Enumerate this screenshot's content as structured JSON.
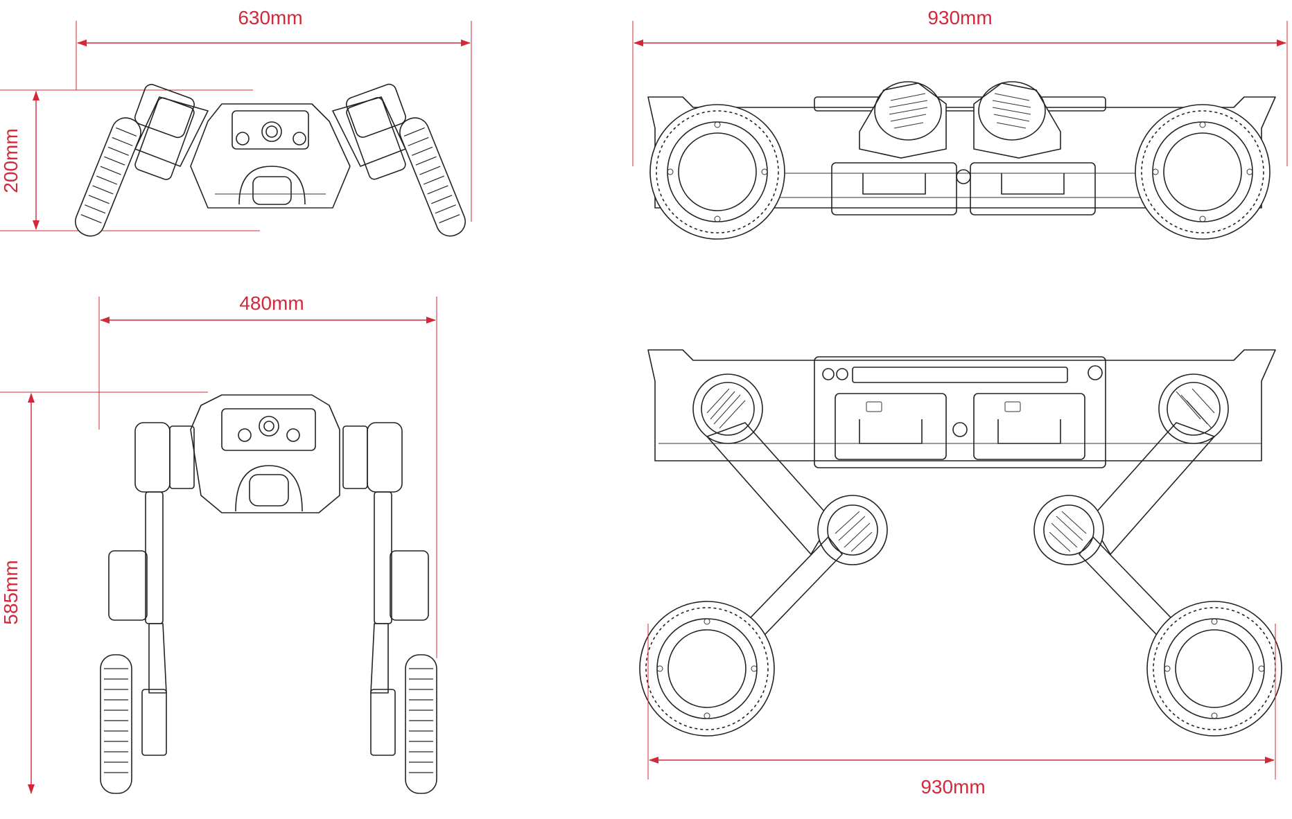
{
  "colors": {
    "dimension": "#d3283a",
    "line_art": "#222222",
    "background": "#ffffff"
  },
  "dimensions": {
    "front_folded_width": "630mm",
    "front_folded_height": "200mm",
    "side_folded_length": "930mm",
    "front_standing_width": "480mm",
    "front_standing_height": "585mm",
    "side_standing_length": "930mm"
  }
}
